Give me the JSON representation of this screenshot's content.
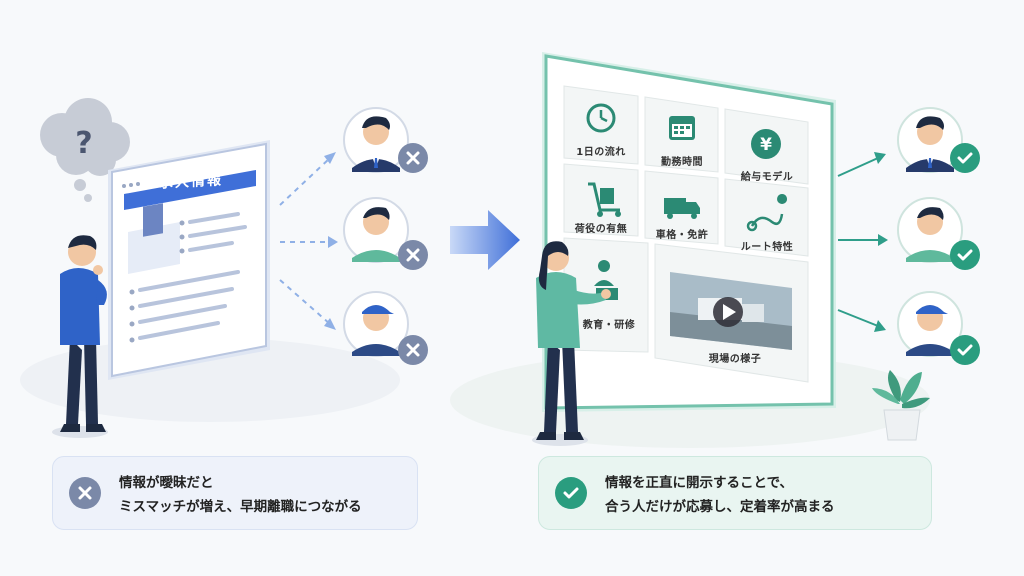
{
  "left": {
    "board_title": "求人情報",
    "caption_line1": "情報が曖昧だと",
    "caption_line2": "ミスマッチが増え、早期離職につながる"
  },
  "right": {
    "tiles": [
      {
        "label": "1日の流れ",
        "icon": "clock-icon"
      },
      {
        "label": "勤務時間",
        "icon": "calendar-icon"
      },
      {
        "label": "給与モデル",
        "icon": "yen-icon"
      },
      {
        "label": "荷役の有無",
        "icon": "hand-truck-icon"
      },
      {
        "label": "車格・免許",
        "icon": "truck-icon"
      },
      {
        "label": "ルート特性",
        "icon": "route-icon"
      },
      {
        "label": "教育・研修",
        "icon": "trainer-icon"
      },
      {
        "label": "現場の様子",
        "icon": "video-icon"
      }
    ],
    "caption_line1": "情報を正直に開示することで、",
    "caption_line2": "合う人だけが応募し、定着率が高まる"
  },
  "colors": {
    "blue_accent": "#3f6fd8",
    "teal_accent": "#2f9e8a",
    "cross_gray": "#7b89a8",
    "check_green": "#2a9d7f"
  }
}
